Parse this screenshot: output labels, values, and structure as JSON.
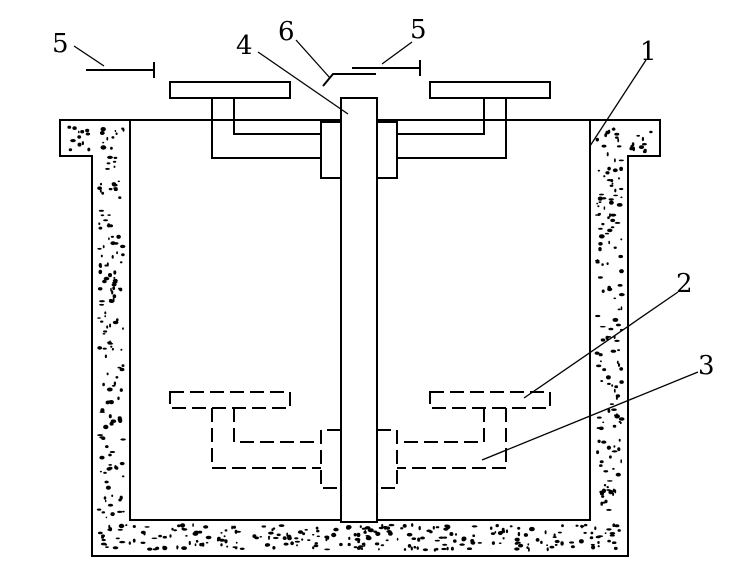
{
  "labels": {
    "l1": "1",
    "l2": "2",
    "l3": "3",
    "l4": "4",
    "l5_left": "5",
    "l5_right": "5",
    "l6": "6"
  }
}
